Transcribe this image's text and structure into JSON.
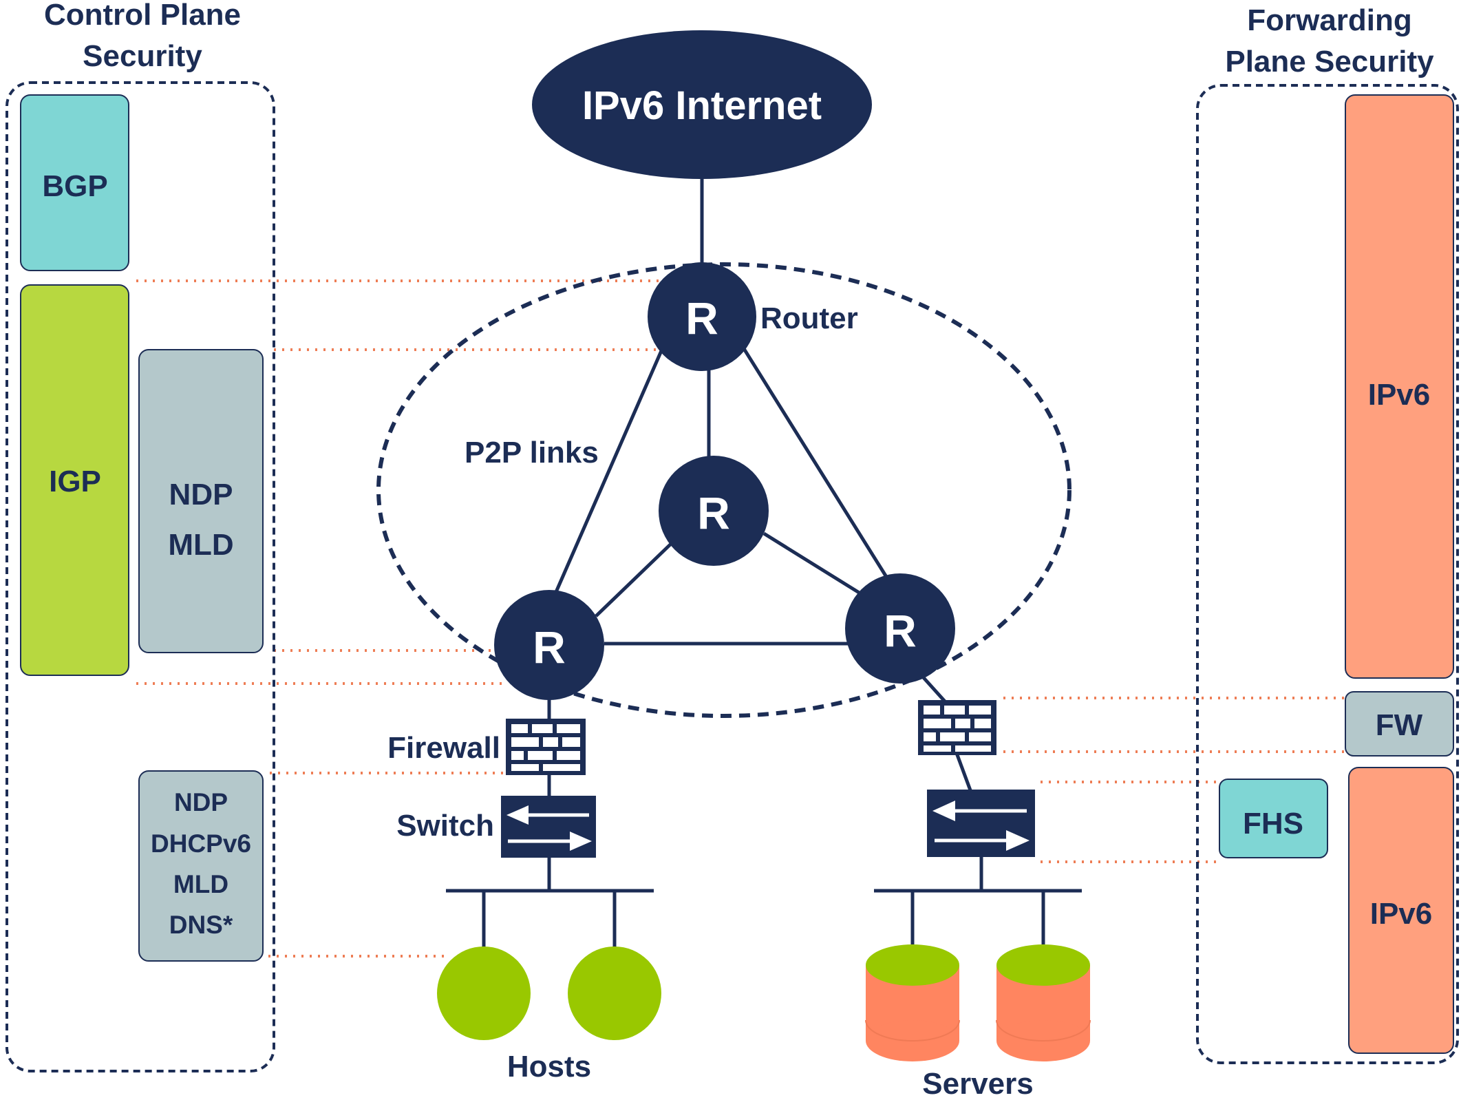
{
  "left_panel": {
    "title_line1": "Control Plane",
    "title_line2": "Security",
    "bgp": "BGP",
    "igp": "IGP",
    "ndp_mld": {
      "line1": "NDP",
      "line2": "MLD"
    },
    "host_protocols": [
      "NDP",
      "DHCPv6",
      "MLD",
      "DNS*"
    ]
  },
  "right_panel": {
    "title_line1": "Forwarding",
    "title_line2": "Plane Security",
    "ipv6_top": "IPv6",
    "fw": "FW",
    "fhs": "FHS",
    "ipv6_bottom": "IPv6"
  },
  "network": {
    "internet": "IPv6 Internet",
    "router_symbol": "R",
    "router_label": "Router",
    "p2p_label": "P2P links",
    "firewall_label": "Firewall",
    "switch_label": "Switch",
    "hosts_label": "Hosts",
    "servers_label": "Servers"
  },
  "colors": {
    "navy": "#1c2d55",
    "bgp_teal": "#7fd6d4",
    "igp_green": "#b7d840",
    "grey_box": "#b4c8cb",
    "ipv6_salmon": "#ffa07e",
    "host_green": "#99c800",
    "server_orange": "#ff8560",
    "dotted_orange": "#ee7d55"
  }
}
